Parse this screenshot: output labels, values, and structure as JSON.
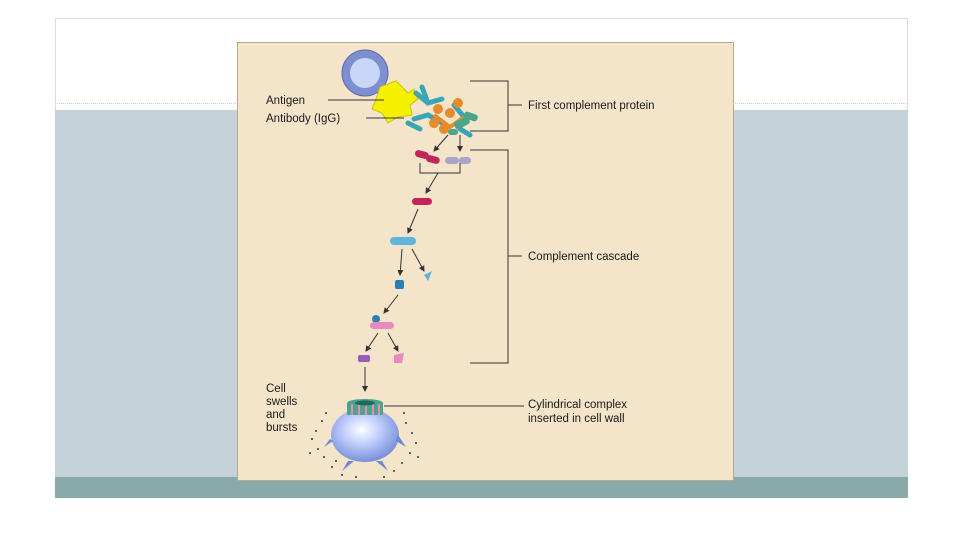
{
  "labels": {
    "antigen": "Antigen",
    "antibody": "Antibody (IgG)",
    "first_complement": "First complement protein",
    "complement_cascade": "Complement cascade",
    "cell_line1": "Cell",
    "cell_line2": "swells",
    "cell_line3": "and",
    "cell_line4": "bursts",
    "cylindrical_line1": "Cylindrical complex",
    "cylindrical_line2": "inserted in cell wall"
  },
  "colors": {
    "background_panel": "#f4e4c9",
    "cell_blue": "#7e8fd0",
    "antigen_yellow": "#f4f000",
    "antibody_teal": "#3aa6b5",
    "complement_orange": "#e98a2a",
    "fragment_red": "#c4245c",
    "fragment_lavender": "#a9a4c8",
    "fragment_cyan": "#5fb4e0",
    "fragment_pink": "#e68ac0",
    "fragment_purple": "#9a5cb8"
  }
}
